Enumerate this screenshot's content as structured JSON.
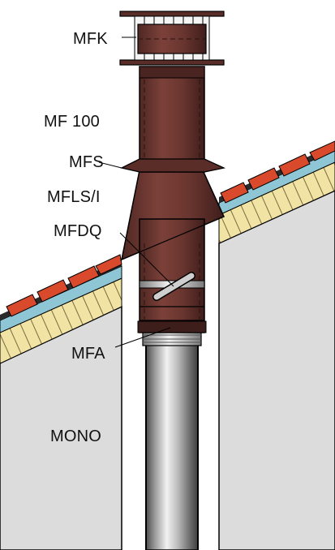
{
  "diagram": {
    "labels": {
      "mfk": "MFK",
      "mf100": "MF 100",
      "mfs": "MFS",
      "mflsi": "MFLS/I",
      "mfdq": "MFDQ",
      "mfa": "MFA",
      "mono": "MONO"
    },
    "colors": {
      "background": "#ffffff",
      "wall": "#dcdcdc",
      "chimney_brown": "#6e3a33",
      "chimney_dark": "#4a2420",
      "steel_light": "#e9e9e9",
      "steel_mid": "#a9a9a9",
      "steel_dark": "#4e4e4e",
      "roof_tile": "#d94a2c",
      "roof_tile_dark": "#9a2a16",
      "insulation_blue": "#8ec6d6",
      "insulation_yellow": "#f1e3a4",
      "timber": "#caa66a",
      "line": "#000000"
    }
  }
}
